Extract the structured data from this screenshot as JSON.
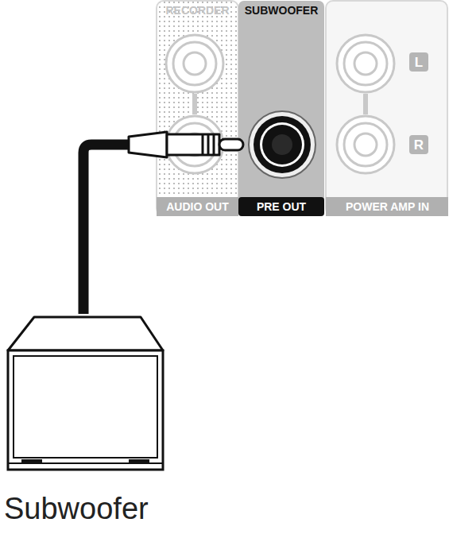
{
  "diagram": {
    "nodes": [
      {
        "text": [
          "RECORDER",
          "AUDIO OUT"
        ]
      },
      {
        "text": [
          "SUBWOOFER",
          "PRE OUT"
        ]
      },
      {
        "text": [
          "POWER AMP IN"
        ]
      },
      {
        "text": [
          "L"
        ],
        "in": 2
      },
      {
        "text": [
          "R"
        ],
        "in": 2
      },
      {
        "text": [
          "Subwoofer"
        ]
      }
    ],
    "edges": [
      {
        "from": 5,
        "to": 1,
        "arrow": "none"
      }
    ]
  }
}
